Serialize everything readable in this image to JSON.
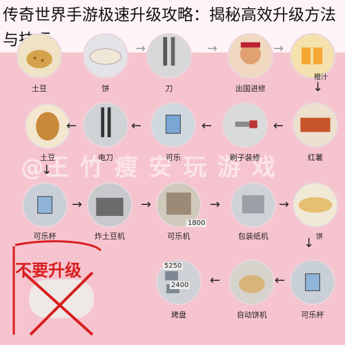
{
  "title": "传奇世界手游极速升级攻略：揭秘高效升级方法与技巧",
  "watermark": "@王 竹 瘦 安 玩 游 戏",
  "warning": "不要升级",
  "labels": {
    "row1": [
      "土豆",
      "饼",
      "刀",
      "出国进修"
    ],
    "row2": [
      "土豆",
      "电刀",
      "可乐",
      "刷子装修",
      "红薯"
    ],
    "row3": [
      "可乐杯",
      "炸土豆机",
      "可乐机",
      "包装纸机",
      "饼"
    ],
    "row4": [
      "烤盘",
      "自动饼机",
      "可乐杯"
    ],
    "side_orange": "橙汁"
  },
  "row3_counter": "1800",
  "row4_counters": [
    "5250",
    "2400"
  ]
}
